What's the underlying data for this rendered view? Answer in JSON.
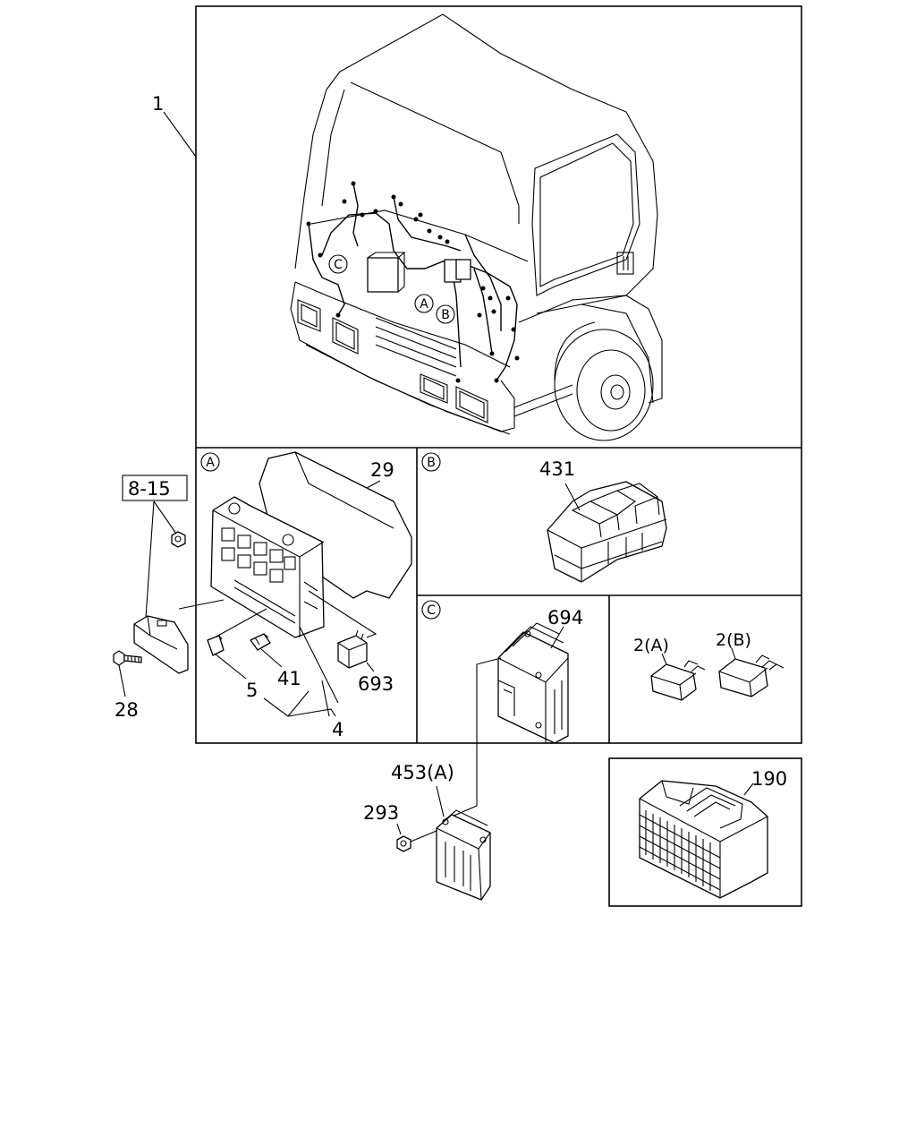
{
  "sections": {
    "a": "A",
    "b": "B",
    "c": "C"
  },
  "callouts": {
    "p1": "1",
    "p8_15": "8-15",
    "p28": "28",
    "p29": "29",
    "p5": "5",
    "p41": "41",
    "p4": "4",
    "p693": "693",
    "p431": "431",
    "p694": "694",
    "p2a": "2(A)",
    "p2b": "2(B)",
    "p453a": "453(A)",
    "p293": "293",
    "p190": "190"
  }
}
